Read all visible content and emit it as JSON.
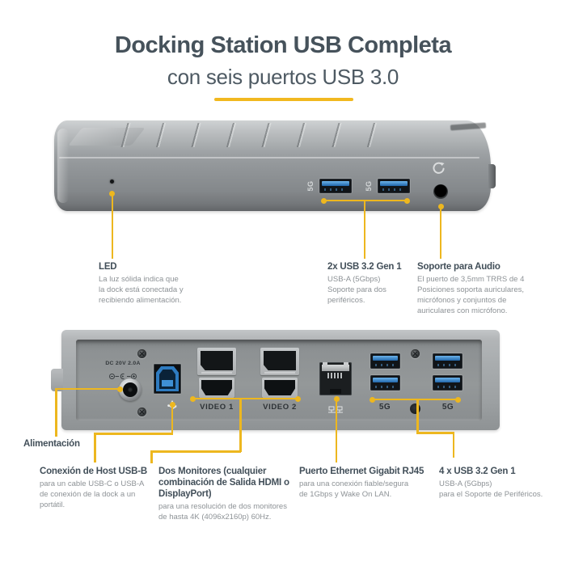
{
  "colors": {
    "accent_yellow": "#edb71f",
    "title": "#46525b",
    "callout_title": "#424f59",
    "callout_body": "#8d9296",
    "usb_blue": "#2e7bc0"
  },
  "header": {
    "title_line1": "Docking Station USB Completa",
    "title_line2": "con seis puertos USB 3.0"
  },
  "front_view": {
    "port_labels": {
      "usb1": "5G",
      "usb2": "5G"
    },
    "callouts": {
      "led": {
        "title": "LED",
        "body": "La luz sólida indica que\nla dock está conectada y\nrecibiendo alimentación."
      },
      "usb": {
        "title": "2x USB 3.2 Gen 1",
        "body": "USB-A (5Gbps)\nSoporte para dos\nperiféricos."
      },
      "audio": {
        "title": "Soporte para Audio",
        "body": "El puerto de 3,5mm TRRS de 4\nPosiciones soporta auriculares,\nmicrófonos y conjuntos de\nauriculares con micrófono."
      }
    }
  },
  "back_view": {
    "port_labels": {
      "dc": "DC 20V 2.0A",
      "video1": "VIDEO 1",
      "video2": "VIDEO 2",
      "usb_left": "5G",
      "usb_right": "5G"
    },
    "callouts": {
      "power": {
        "title": "Alimentación"
      },
      "usb_b": {
        "title": "Conexión de Host USB-B",
        "body": "para un cable USB-C o USB-A\nde conexión de la dock a un\nportátil."
      },
      "monitors": {
        "title": "Dos Monitores (cualquier\ncombinación de Salida HDMI o\nDisplayPort)",
        "body": "para una resolución de dos monitores\nde hasta 4K (4096x2160p) 60Hz."
      },
      "ethernet": {
        "title": "Puerto Ethernet Gigabit RJ45",
        "body": "para una conexión fiable/segura\nde 1Gbps y Wake On LAN."
      },
      "usb_hub": {
        "title": "4 x USB 3.2 Gen 1",
        "body": "USB-A (5Gbps)\npara el Soporte de Periféricos."
      }
    }
  },
  "icons": {
    "front_audio": "headset-icon",
    "back_host": "usb-trident-icon",
    "back_network": "ethernet-nodes-icon",
    "back_power": "dc-polarity-icon"
  }
}
